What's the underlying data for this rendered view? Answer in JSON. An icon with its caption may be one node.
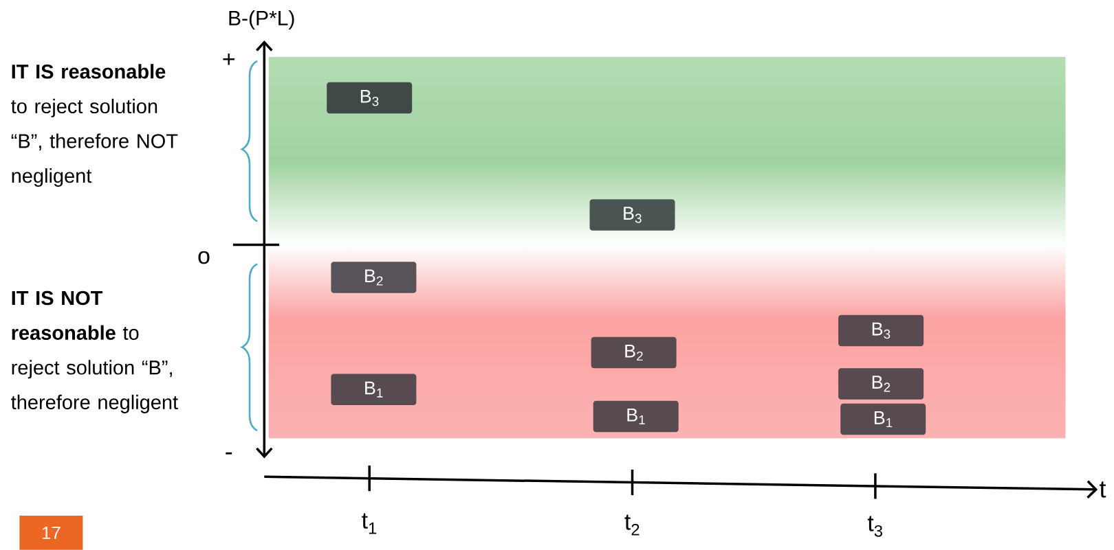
{
  "diagram": {
    "nodes": [
      {
        "text": [
          "B$_{3}$"
        ]
      },
      {
        "text": [
          "B$_{3}$"
        ]
      },
      {
        "text": [
          "B$_{2}$"
        ]
      },
      {
        "text": [
          "B$_{1}$"
        ]
      },
      {
        "text": [
          "B$_{2}$"
        ]
      },
      {
        "text": [
          "B$_{1}$"
        ]
      },
      {
        "text": [
          "B$_{3}$"
        ]
      },
      {
        "text": [
          "B$_{2}$"
        ]
      },
      {
        "text": [
          "B$_{1}$"
        ]
      }
    ],
    "labels": [
      "B-(P*L)",
      "+",
      "**IT IS reasonable** to reject solution “B”, therefore NOT negligent",
      "o",
      "**IT IS NOT reasonable** to reject solution “B”, therefore negligent",
      "-",
      "t",
      "t$_{1}$",
      "t$_{2}$",
      "t$_{3}$",
      "17"
    ]
  }
}
